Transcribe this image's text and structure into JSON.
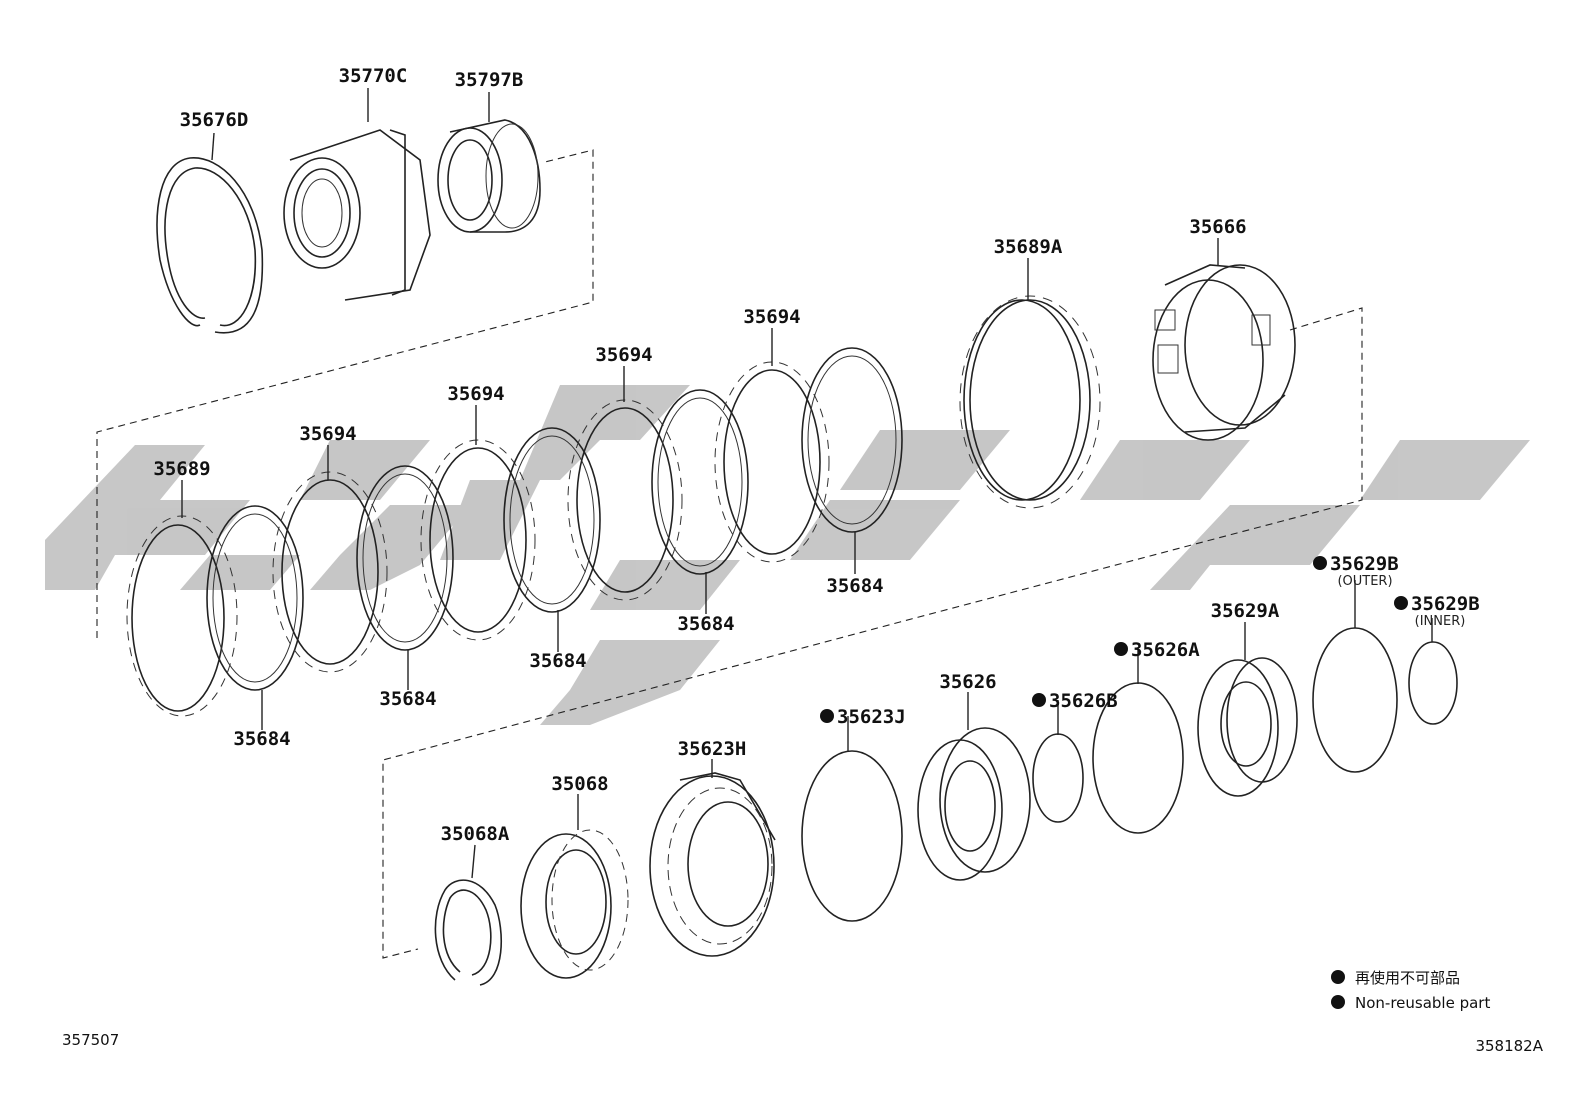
{
  "diagram": {
    "watermark_color": "#c4c4c4",
    "line_color": "#222222",
    "parts": [
      {
        "id": "p-35676D",
        "number": "35676D",
        "non_reusable": false
      },
      {
        "id": "p-35770C",
        "number": "35770C",
        "non_reusable": false
      },
      {
        "id": "p-35797B",
        "number": "35797B",
        "non_reusable": false
      },
      {
        "id": "p-35689A",
        "number": "35689A",
        "non_reusable": false
      },
      {
        "id": "p-35666",
        "number": "35666",
        "non_reusable": false
      },
      {
        "id": "p-35694-1",
        "number": "35694",
        "non_reusable": false
      },
      {
        "id": "p-35694-2",
        "number": "35694",
        "non_reusable": false
      },
      {
        "id": "p-35694-3",
        "number": "35694",
        "non_reusable": false
      },
      {
        "id": "p-35694-4",
        "number": "35694",
        "non_reusable": false
      },
      {
        "id": "p-35689",
        "number": "35689",
        "non_reusable": false
      },
      {
        "id": "p-35684-1",
        "number": "35684",
        "non_reusable": false
      },
      {
        "id": "p-35684-2",
        "number": "35684",
        "non_reusable": false
      },
      {
        "id": "p-35684-3",
        "number": "35684",
        "non_reusable": false
      },
      {
        "id": "p-35684-4",
        "number": "35684",
        "non_reusable": false
      },
      {
        "id": "p-35684-5",
        "number": "35684",
        "non_reusable": false
      },
      {
        "id": "p-35629B-outer",
        "number": "35629B",
        "qualifier": "(OUTER)",
        "non_reusable": true
      },
      {
        "id": "p-35629B-inner",
        "number": "35629B",
        "qualifier": "(INNER)",
        "non_reusable": true
      },
      {
        "id": "p-35626A",
        "number": "35626A",
        "non_reusable": true
      },
      {
        "id": "p-35629A",
        "number": "35629A",
        "non_reusable": false
      },
      {
        "id": "p-35626",
        "number": "35626",
        "non_reusable": false
      },
      {
        "id": "p-35626B",
        "number": "35626B",
        "non_reusable": true
      },
      {
        "id": "p-35623J",
        "number": "35623J",
        "non_reusable": true
      },
      {
        "id": "p-35623H",
        "number": "35623H",
        "non_reusable": false
      },
      {
        "id": "p-35068",
        "number": "35068",
        "non_reusable": false
      },
      {
        "id": "p-35068A",
        "number": "35068A",
        "non_reusable": false
      }
    ],
    "legend": [
      {
        "symbol": "filled-circle",
        "text": "再使用不可部品"
      },
      {
        "symbol": "filled-circle",
        "text": "Non-reusable part"
      }
    ],
    "codes": {
      "left": "357507",
      "right": "358182A"
    }
  }
}
